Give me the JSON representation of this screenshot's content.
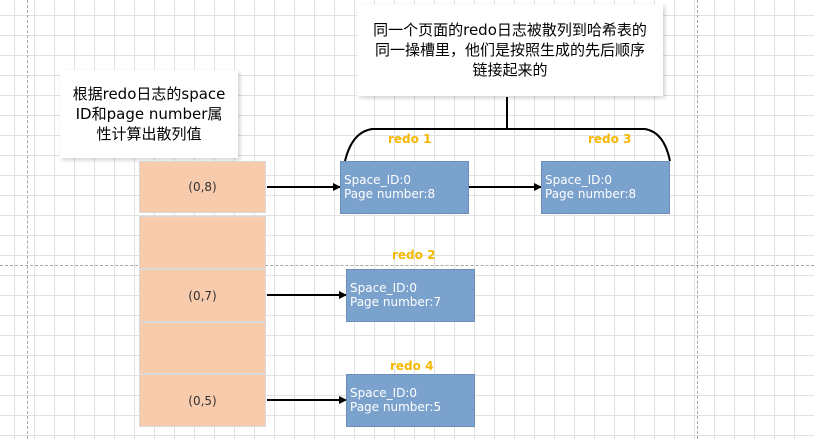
{
  "notes": {
    "top": "同一个页面的redo日志被散列到哈希表的\n同一操槽里，他们是按照生成的先后顺序\n链接起来的",
    "left": "根据redo日志的space\nID和page number属\n性计算出散列值"
  },
  "buckets": [
    "(0,8)",
    "",
    "(0,7)",
    "",
    "(0,5)"
  ],
  "nodes": [
    {
      "redo": "redo 1",
      "space": "Space_ID:0",
      "page": "Page number:8"
    },
    {
      "redo": "redo 3",
      "space": "Space_ID:0",
      "page": "Page number:8"
    },
    {
      "redo": "redo 2",
      "space": "Space_ID:0",
      "page": "Page number:7"
    },
    {
      "redo": "redo 4",
      "space": "Space_ID:0",
      "page": "Page number:5"
    }
  ],
  "colors": {
    "bucket": "#f8cbad",
    "node": "#7ba1cd",
    "redo_label": "#f5b800",
    "arrow": "#000000"
  }
}
